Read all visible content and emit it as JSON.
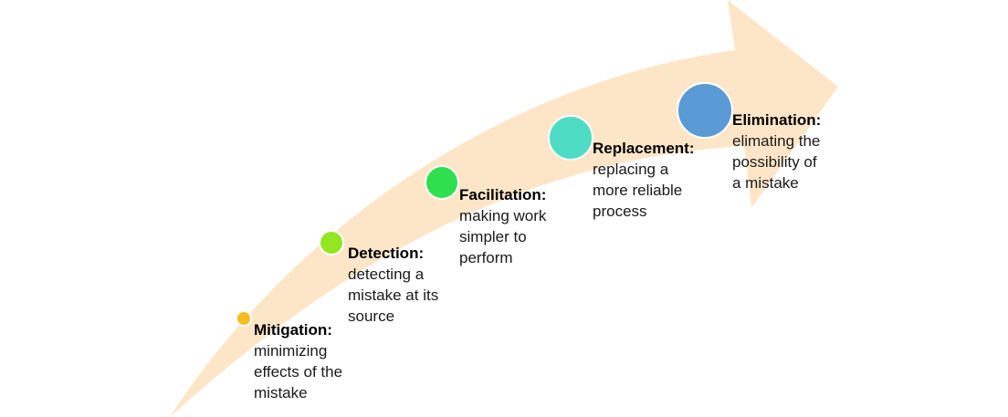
{
  "diagram": {
    "arrow_color": "#fde6c8",
    "steps": [
      {
        "title": "Mitigation:",
        "description": "minimizing\neffects  of the\nmistake",
        "color": "#f5bd1e",
        "size_rank": 1
      },
      {
        "title": "Detection:",
        "description": "detecting a\nmistake at its\nsource",
        "color": "#93e621",
        "size_rank": 2
      },
      {
        "title": "Facilitation:",
        "description": "making work\nsimpler to\nperform",
        "color": "#2ee04d",
        "size_rank": 3
      },
      {
        "title": "Replacement:",
        "description": "replacing a\nmore reliable\nprocess",
        "color": "#4fdcc4",
        "size_rank": 4
      },
      {
        "title": "Elimination:",
        "description": "elimating the\npossibility of\na mistake",
        "color": "#5b9bd5",
        "size_rank": 5
      }
    ]
  }
}
